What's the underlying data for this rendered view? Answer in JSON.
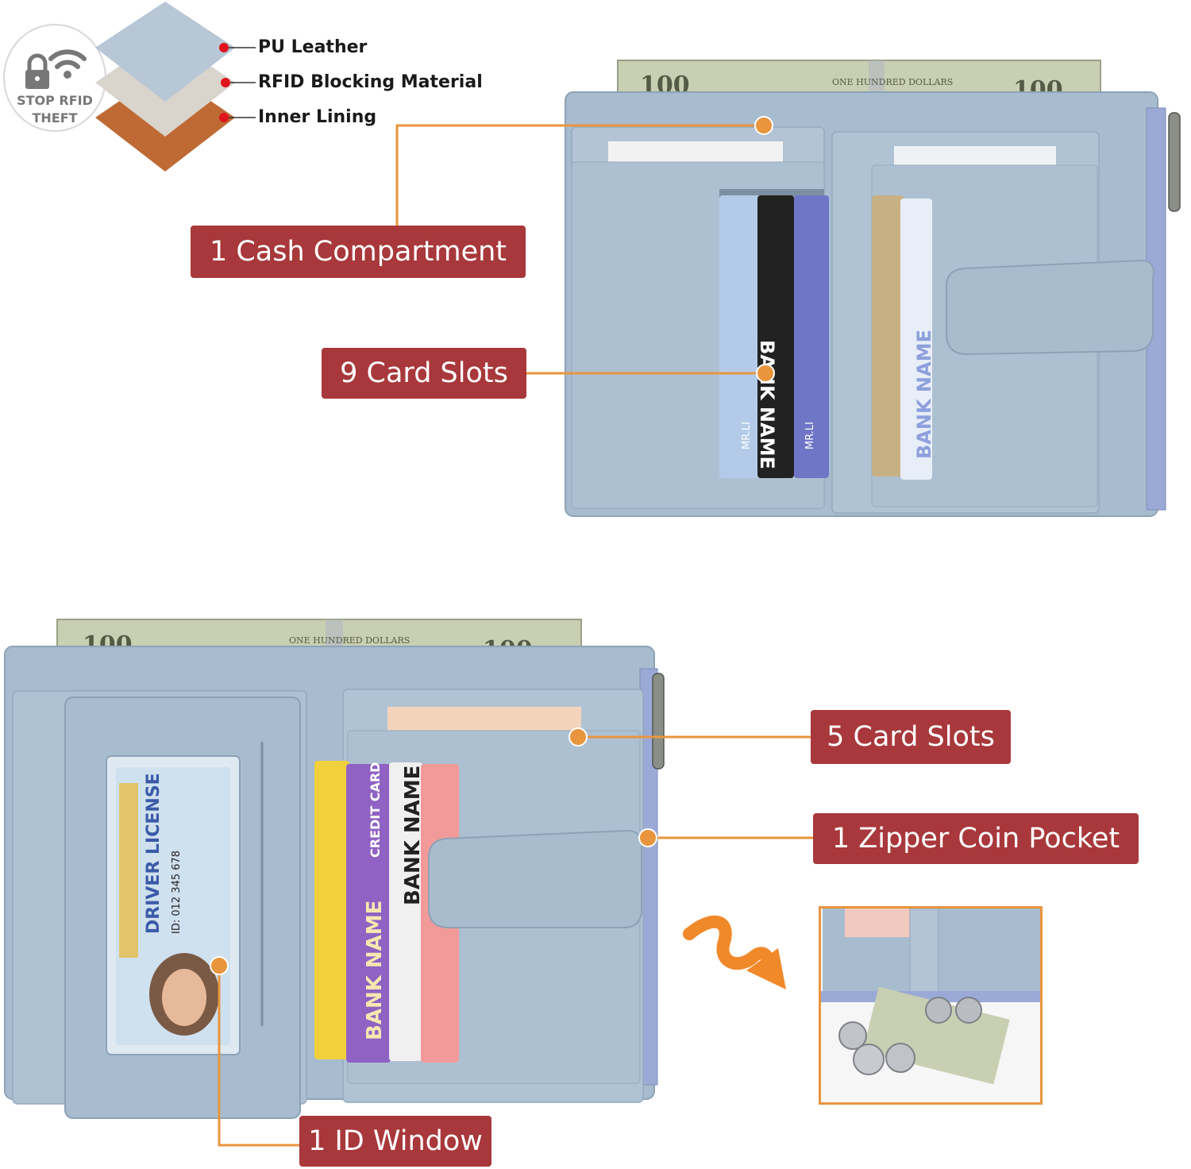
{
  "rfid_badge": {
    "line1": "STOP RFID",
    "line2": "THEFT"
  },
  "layers": [
    {
      "label": "PU Leather",
      "color": "#b7c7d6"
    },
    {
      "label": "RFID Blocking Material",
      "color": "#d9d4cc"
    },
    {
      "label": "Inner Lining",
      "color": "#bf6a34"
    }
  ],
  "callouts": {
    "cash": "1 Cash Compartment",
    "card9": "9 Card Slots",
    "card5": "5 Card Slots",
    "zipper": "1 Zipper Coin Pocket",
    "id_window": "1 ID Window"
  },
  "card_text": {
    "bank_name": "BANK NAME",
    "credit_card": "CREDIT CARD",
    "mr_li": "MR.LI",
    "driver_license": "DRIVER LICENSE",
    "id_number": "ID: 012 345 678"
  },
  "banknote": {
    "denomination": "100",
    "text": "ONE HUNDRED DOLLARS"
  },
  "colors": {
    "wallet_blue": "#a8bccf",
    "callout_red": "#a8383b",
    "leader_orange": "#e8953e",
    "bill_green": "#c9cfb2"
  }
}
